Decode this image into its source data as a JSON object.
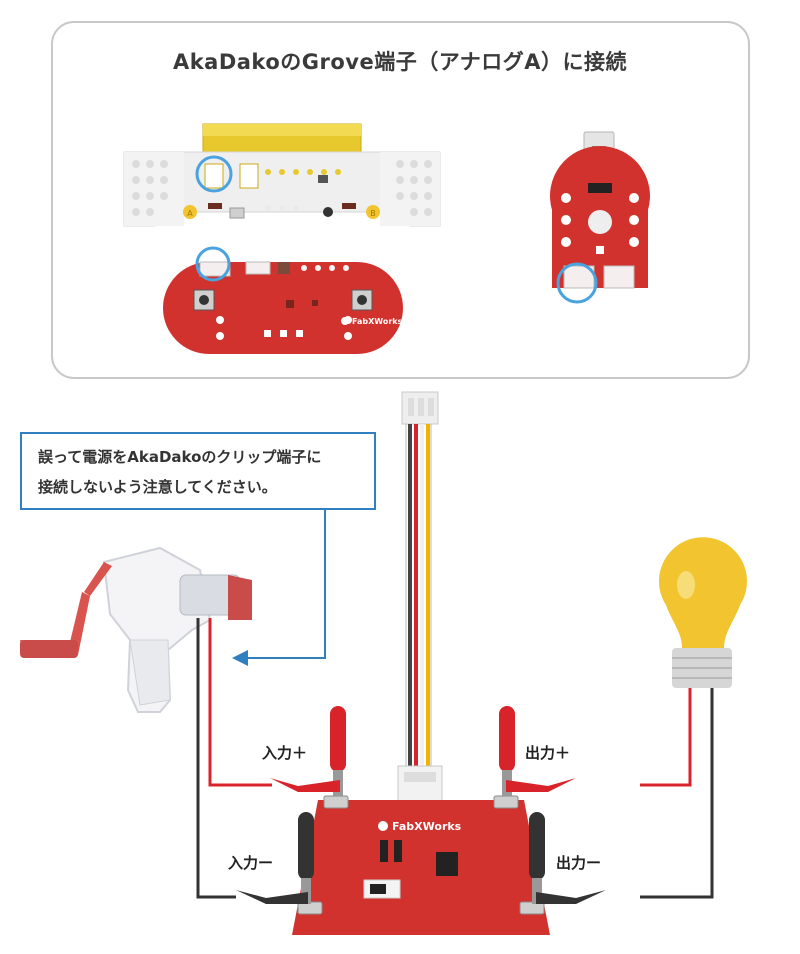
{
  "title": "AkaDakoのGrove端子（アナログA）に接続",
  "note": {
    "line1": "誤って電源をAkaDakoのクリップ端子に",
    "line2": "接続しないよう注意してください。"
  },
  "labels": {
    "in_plus": "入力＋",
    "out_plus": "出力＋",
    "in_minus": "入力ー",
    "out_minus": "出力ー"
  },
  "brand": "FabXWorks",
  "board_labels": {
    "a": "A",
    "b": "B"
  },
  "colors": {
    "board_red": "#d2322d",
    "highlight_blue": "#4aa3df",
    "note_border": "#2f7fc1",
    "wire_red": "#d8232a",
    "wire_black": "#333333",
    "wire_yellow": "#f0b400",
    "bulb_yellow": "#f2c530"
  }
}
